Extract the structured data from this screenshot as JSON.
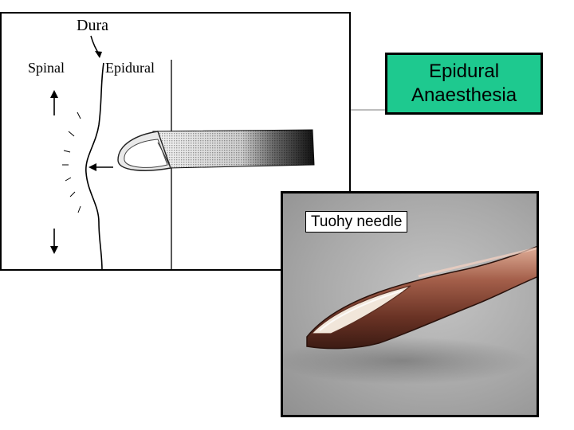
{
  "diagram": {
    "dura_label": "Dura",
    "spinal_label": "Spinal",
    "epidural_label": "Epidural"
  },
  "title": {
    "line1": "Epidural",
    "line2": "Anaesthesia",
    "background_color": "#1ec98f"
  },
  "photo": {
    "label": "Tuohy needle"
  }
}
